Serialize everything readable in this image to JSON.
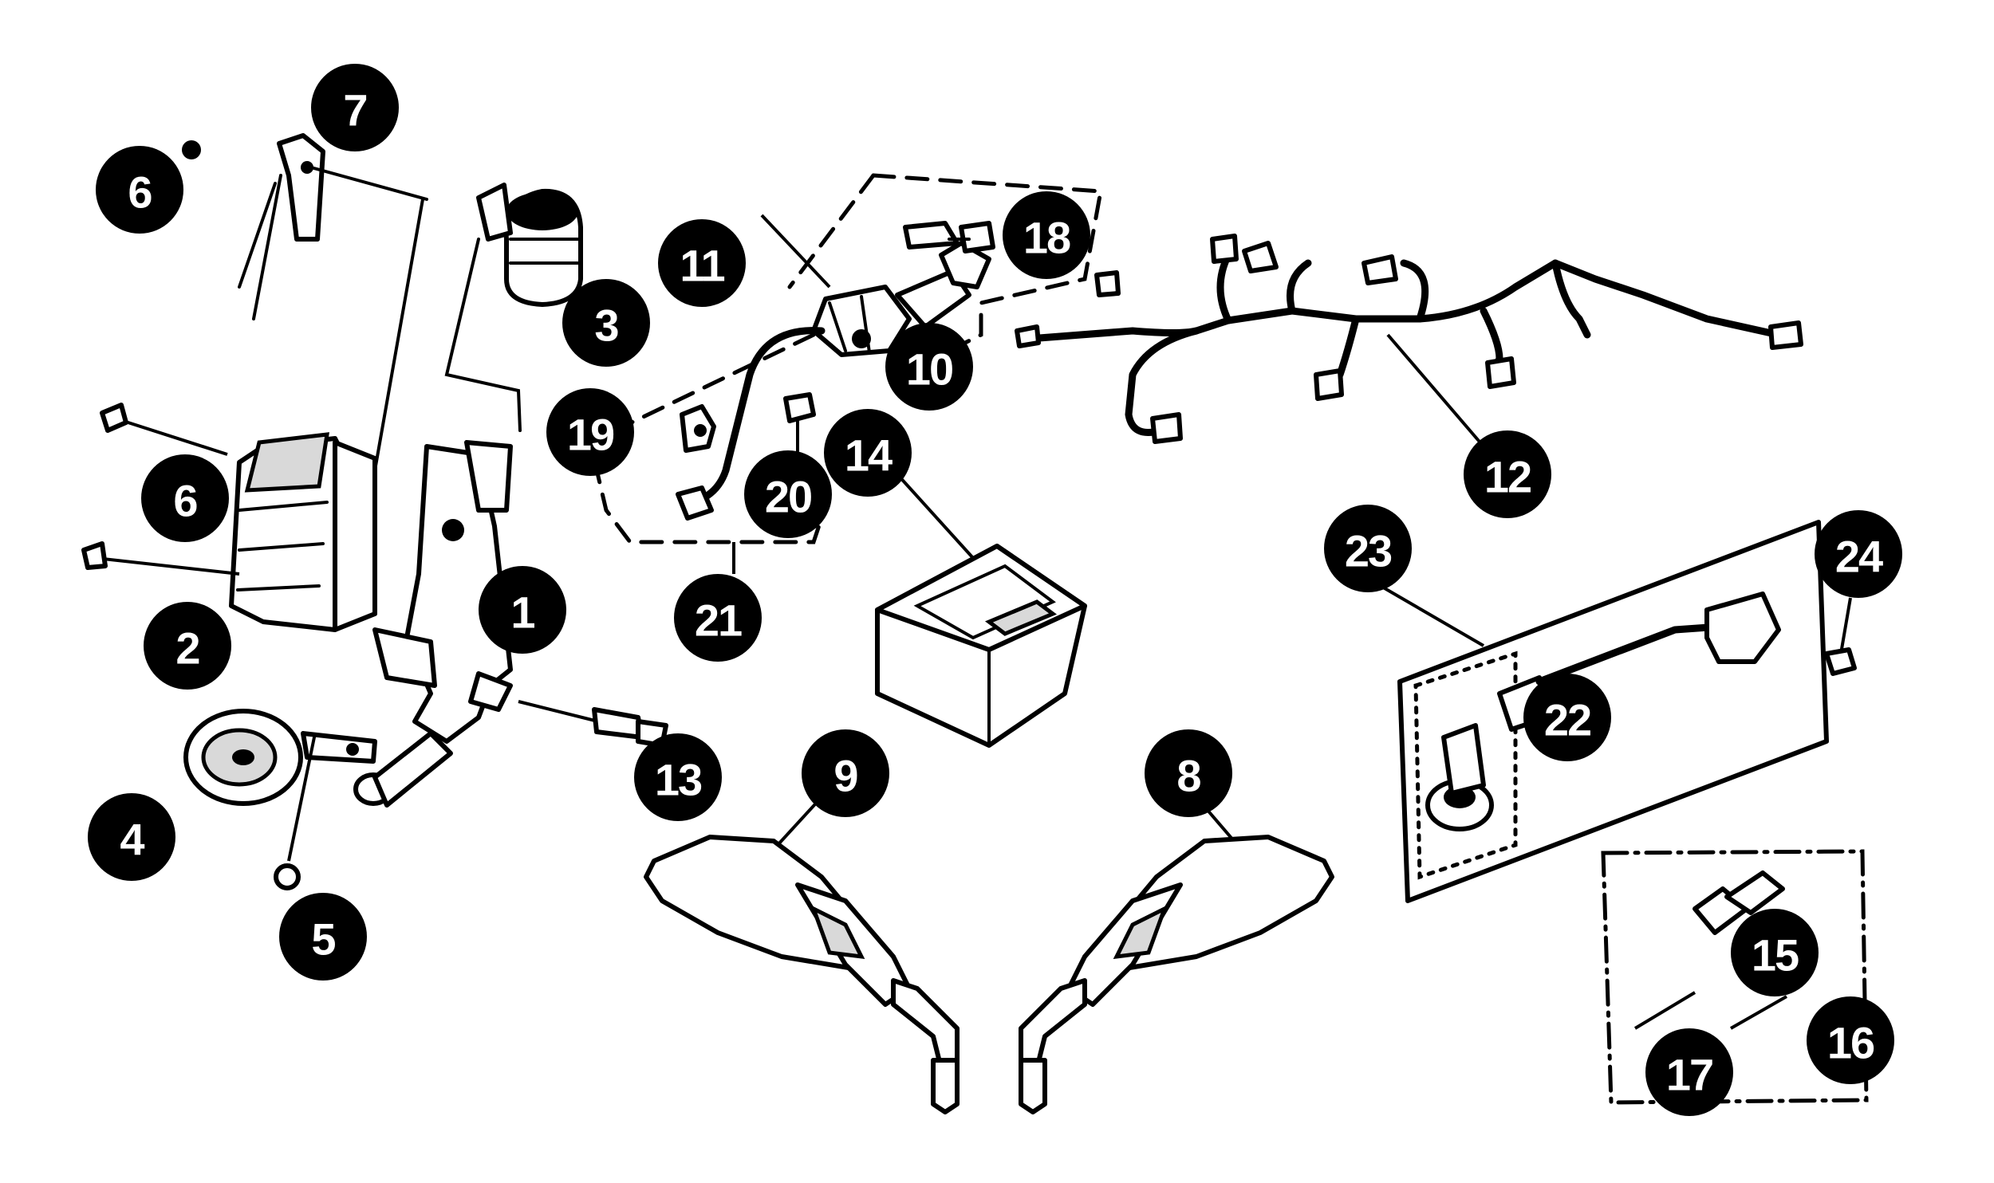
{
  "callouts": [
    {
      "label": "1"
    },
    {
      "label": "2"
    },
    {
      "label": "3"
    },
    {
      "label": "4"
    },
    {
      "label": "5"
    },
    {
      "label": "6"
    },
    {
      "label": "6"
    },
    {
      "label": "7"
    },
    {
      "label": "8"
    },
    {
      "label": "9"
    },
    {
      "label": "10"
    },
    {
      "label": "11"
    },
    {
      "label": "12"
    },
    {
      "label": "13"
    },
    {
      "label": "14"
    },
    {
      "label": "15"
    },
    {
      "label": "16"
    },
    {
      "label": "17"
    },
    {
      "label": "18"
    },
    {
      "label": "19"
    },
    {
      "label": "20"
    },
    {
      "label": "21"
    },
    {
      "label": "22"
    },
    {
      "label": "23"
    },
    {
      "label": "24"
    }
  ]
}
